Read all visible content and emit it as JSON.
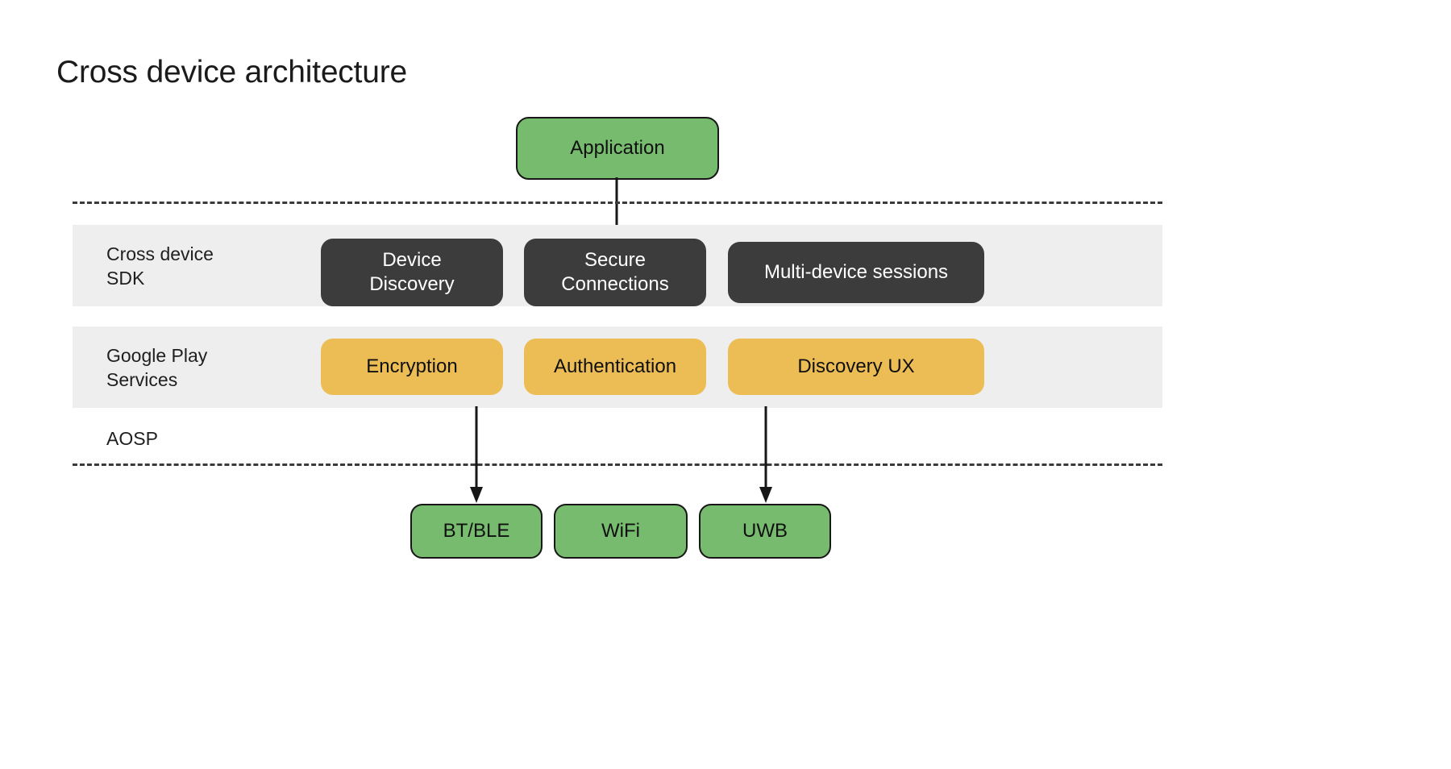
{
  "page": {
    "title": "Cross device architecture",
    "background": "#ffffff"
  },
  "colors": {
    "green": "#77bb6e",
    "dark": "#3c3c3c",
    "yellow": "#edbd55",
    "band": "#eeeeee",
    "stroke": "#171717",
    "text_dark": "#101010",
    "text_light": "#ffffff"
  },
  "diagram": {
    "application": {
      "label": "Application",
      "color": "green"
    },
    "layers": [
      {
        "id": "cross-device-sdk",
        "label": "Cross device\nSDK",
        "style": "dark",
        "nodes": [
          {
            "id": "device-discovery",
            "label": "Device\nDiscovery"
          },
          {
            "id": "secure-connections",
            "label": "Secure\nConnections"
          },
          {
            "id": "multi-device",
            "label": "Multi-device sessions"
          }
        ]
      },
      {
        "id": "google-play-services",
        "label": "Google Play\nServices",
        "style": "yellow",
        "nodes": [
          {
            "id": "encryption",
            "label": "Encryption"
          },
          {
            "id": "authentication",
            "label": "Authentication"
          },
          {
            "id": "discovery-ux",
            "label": "Discovery UX"
          }
        ]
      }
    ],
    "aosp": {
      "label": "AOSP"
    },
    "transports": [
      {
        "id": "bt-ble",
        "label": "BT/BLE"
      },
      {
        "id": "wifi",
        "label": "WiFi"
      },
      {
        "id": "uwb",
        "label": "UWB"
      }
    ],
    "connections": [
      {
        "id": "app-to-sdk",
        "from": "application",
        "to": "secure-connections"
      },
      {
        "id": "enc-to-bt",
        "from": "encryption",
        "to": "bt-ble"
      },
      {
        "id": "disc-to-uwb",
        "from": "discovery-ux",
        "to": "uwb"
      }
    ],
    "boundaries": [
      {
        "id": "boundary-top",
        "style": "dashed"
      },
      {
        "id": "boundary-bottom",
        "style": "dashed"
      }
    ]
  }
}
